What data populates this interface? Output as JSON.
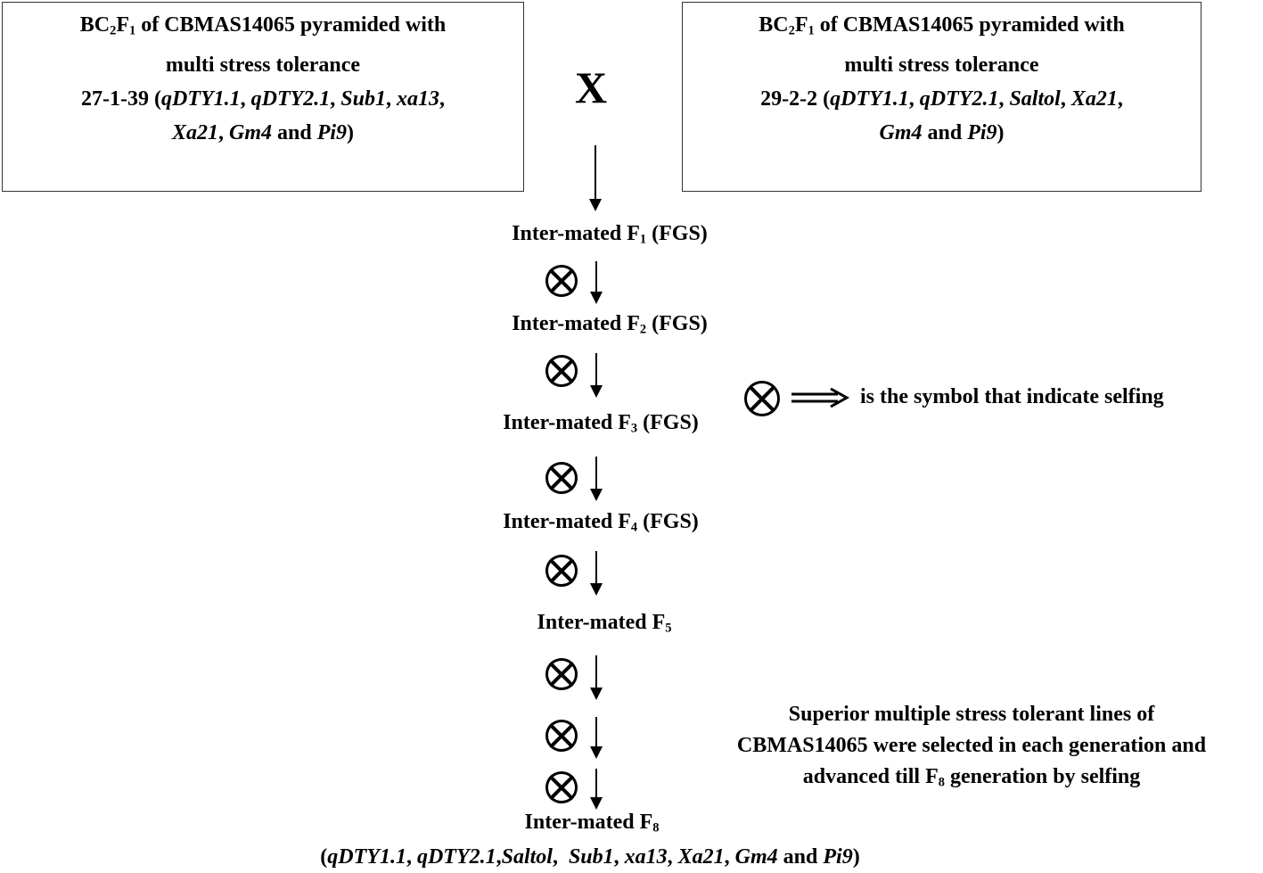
{
  "left_parent": {
    "line1_bc": "BC",
    "line1_sub1": "2",
    "line1_f": "F",
    "line1_sub2": "1",
    "line1_rest": " of  CBMAS14065 pyramided with",
    "line2": "multi stress tolerance",
    "line3_id": "27-1-39 (",
    "genes_a": [
      "qDTY1.1",
      "qDTY2.1",
      "Sub1",
      "xa13"
    ],
    "genes_b": [
      "Xa21",
      "Gm4"
    ],
    "gene_last": "Pi9",
    "and": "and",
    "close": ")"
  },
  "cross_symbol": "X",
  "right_parent": {
    "line1_bc": "BC",
    "line1_sub1": "2",
    "line1_f": "F",
    "line1_sub2": "1",
    "line1_rest": " of CBMAS14065 pyramided with",
    "line2": "multi stress tolerance",
    "line3_id": "29-2-2 (",
    "genes_a": [
      "qDTY1.1",
      "qDTY2.1",
      "Saltol",
      "Xa21"
    ],
    "genes_b": [
      "Gm4"
    ],
    "gene_last": "Pi9",
    "and": "and",
    "close": ")"
  },
  "generations": [
    {
      "prefix": "Inter-mated F",
      "sub": "1",
      "suffix": " (FGS)"
    },
    {
      "prefix": "Inter-mated F",
      "sub": "2",
      "suffix": " (FGS)"
    },
    {
      "prefix": "Inter-mated F",
      "sub": "3",
      "suffix": " (FGS)"
    },
    {
      "prefix": "Inter-mated F",
      "sub": "4",
      "suffix": " (FGS)"
    },
    {
      "prefix": "Inter-mated F",
      "sub": "5",
      "suffix": ""
    },
    {
      "prefix": "Inter-mated F",
      "sub": "8",
      "suffix": ""
    }
  ],
  "legend": {
    "text": "is the symbol that indicate selfing"
  },
  "note": {
    "line1": "Superior multiple stress tolerant lines of",
    "line2": "CBMAS14065 were selected in each generation and",
    "line3_a": "advanced till F",
    "line3_sub": "8",
    "line3_b": " generation by selfing"
  },
  "final": {
    "open": "(",
    "genes": [
      "qDTY1.1",
      "qDTY2.1",
      "Saltol",
      "Sub1",
      "xa13",
      "Xa21",
      "Gm4"
    ],
    "and": "and",
    "gene_last": "Pi9",
    "close": ")"
  }
}
